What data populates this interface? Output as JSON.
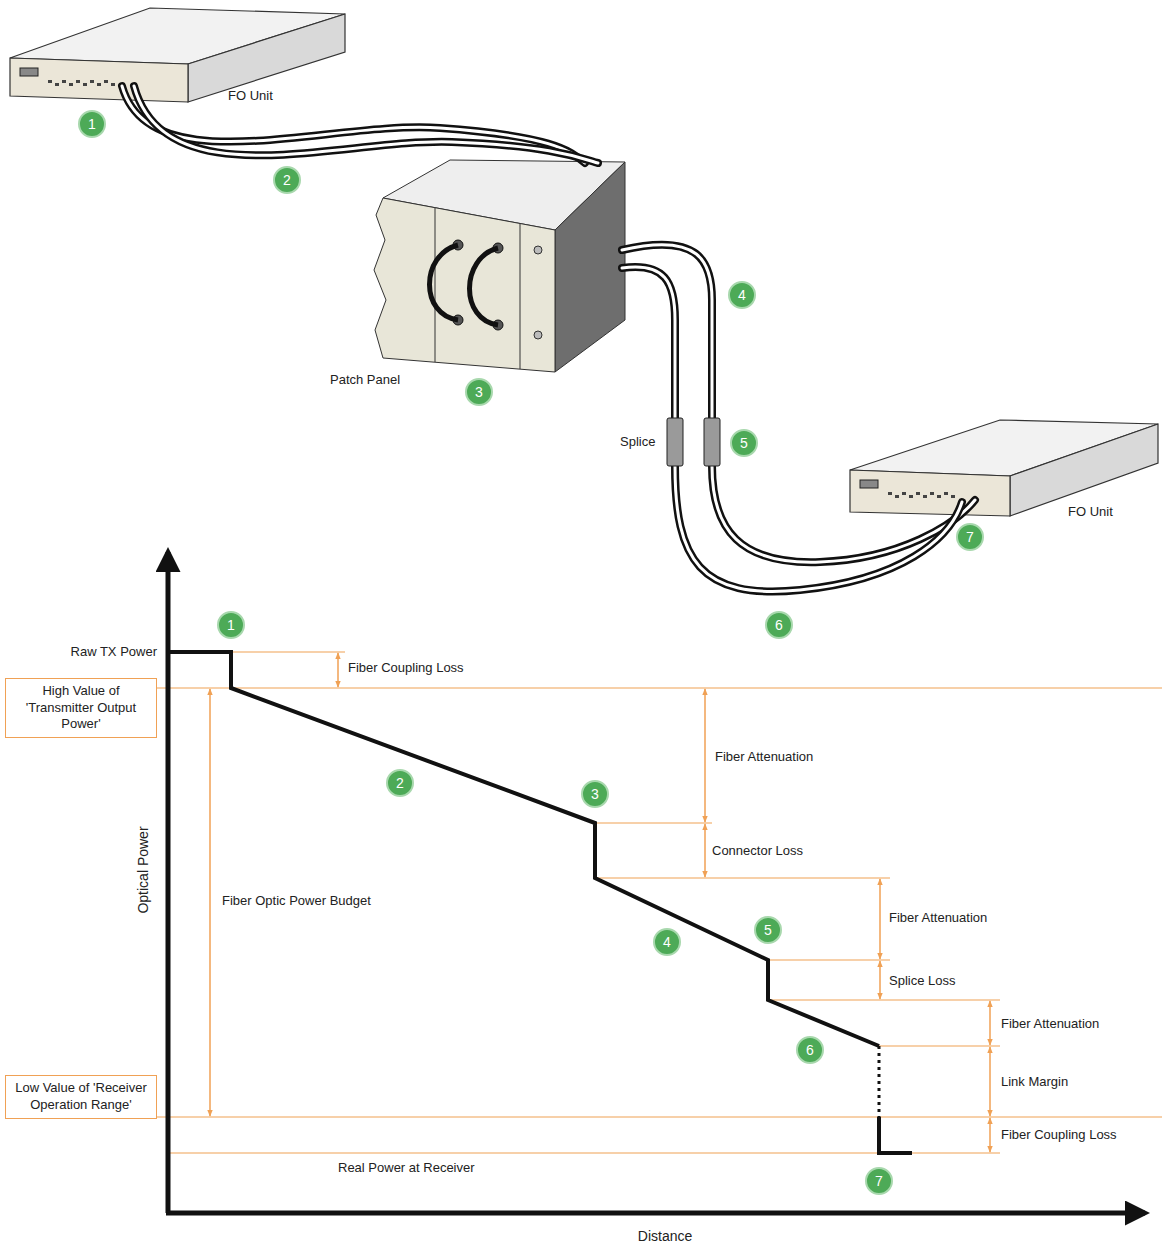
{
  "diagram": {
    "nodes": [
      {
        "text": [
          "High Value of 'Transmitter Output Power'"
        ]
      },
      {
        "text": [
          "Low Value of 'Receiver Operation Range'"
        ]
      }
    ],
    "labels": [
      "FO Unit",
      "1",
      "2",
      "3",
      "4",
      "Patch Panel",
      "Splice",
      "5",
      "FO Unit",
      "7",
      "6",
      "Raw TX Power",
      "1",
      "Fiber Coupling Loss",
      "Fiber Attenuation",
      "2",
      "3",
      "Connector Loss",
      "Fiber Optic Power Budget",
      "Optical Power",
      "4",
      "5",
      "Fiber Attenuation",
      "Splice Loss",
      "6",
      "Fiber Attenuation",
      "Link Margin",
      "Fiber Coupling Loss",
      "Real Power at Receiver",
      "7",
      "Distance"
    ]
  }
}
